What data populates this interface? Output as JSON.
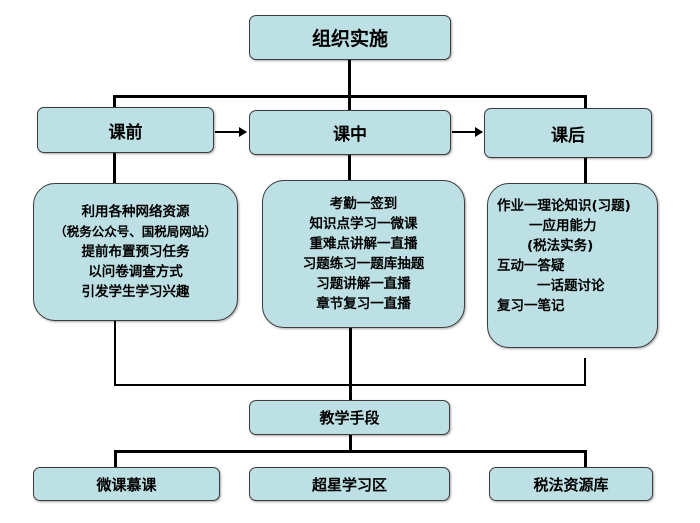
{
  "diagram": {
    "root": "组织实施",
    "phases": [
      {
        "label": "课前"
      },
      {
        "label": "课中"
      },
      {
        "label": "课后"
      }
    ],
    "details": {
      "before": [
        "利用各种网络资源",
        "（税务公众号、国税局网站）",
        "提前布置预习任务",
        "以问卷调查方式",
        "引发学生学习兴趣"
      ],
      "during": [
        "考勤一签到",
        "知识点学习一微课",
        "重难点讲解一直播",
        "习题练习一题库抽题",
        "习题讲解一直播",
        "章节复习一直播"
      ],
      "after": [
        "作业一理论知识(习题)",
        "一应用能力",
        "(税法实务)",
        "互动一答疑",
        "一话题讨论",
        "复习一笔记"
      ]
    },
    "means": "教学手段",
    "tools": [
      "微课慕课",
      "超星学习区",
      "税法资源库"
    ]
  },
  "colors": {
    "box_fill": "#bde0e4",
    "border": "#3c3c3c",
    "line": "#000000"
  }
}
